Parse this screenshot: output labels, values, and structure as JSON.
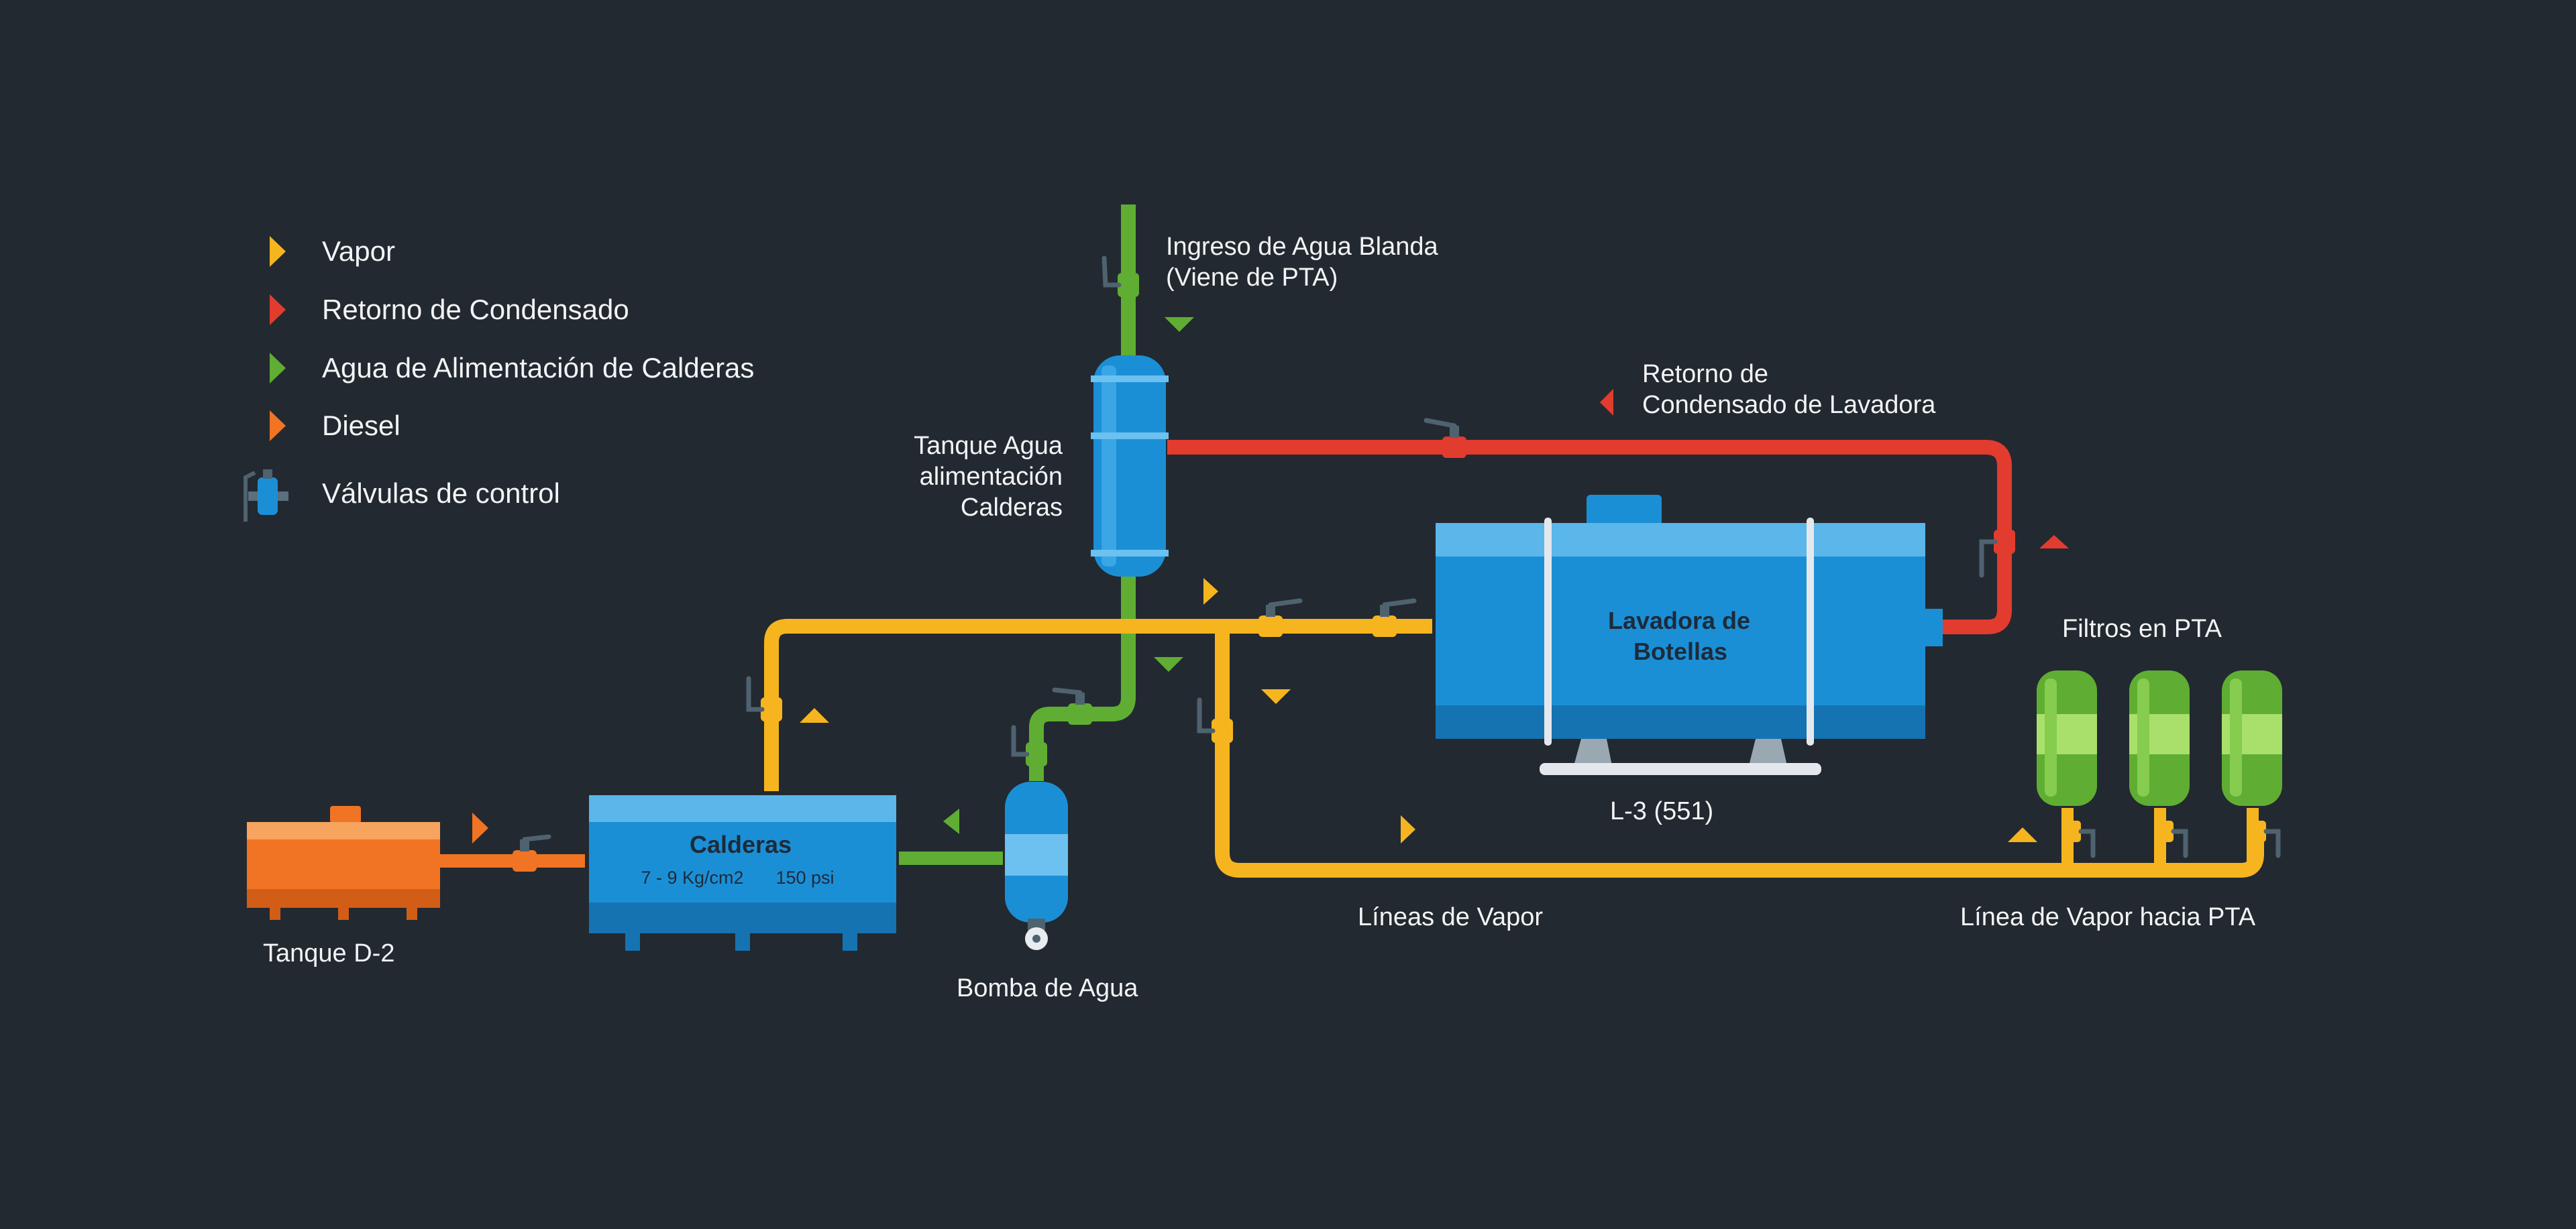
{
  "colors": {
    "background": "#232930",
    "vapor": "#f6b51f",
    "condensado": "#e23c2f",
    "agua_alimentacion": "#5fae33",
    "diesel": "#f07423",
    "equipment_blue": "#1b8fd6",
    "valve": "#4f6270"
  },
  "legend": [
    {
      "label": "Vapor",
      "color": "#f6b51f",
      "icon": "triangle-right-icon"
    },
    {
      "label": "Retorno de Condensado",
      "color": "#e23c2f",
      "icon": "triangle-right-icon"
    },
    {
      "label": "Agua de Alimentación de Calderas",
      "color": "#5fae33",
      "icon": "triangle-right-icon"
    },
    {
      "label": "Diesel",
      "color": "#f07423",
      "icon": "triangle-right-icon"
    },
    {
      "label": "Válvulas de control",
      "color": "#1b8fd6",
      "icon": "valve-icon"
    }
  ],
  "labels": {
    "ingreso_agua_line1": "Ingreso de Agua Blanda",
    "ingreso_agua_line2": "(Viene de PTA)",
    "retorno_line1": "Retorno de",
    "retorno_line2": "Condensado de Lavadora",
    "tanque_agua_line1": "Tanque Agua",
    "tanque_agua_line2": "alimentación",
    "tanque_agua_line3": "Calderas",
    "filtros": "Filtros en PTA",
    "lavadora_line1": "Lavadora de",
    "lavadora_line2": "Botellas",
    "lavadora_code": "L-3 (551)",
    "calderas_title": "Calderas",
    "calderas_pressure_1": "7 - 9 Kg/cm2",
    "calderas_pressure_2": "150 psi",
    "tanque_d2": "Tanque D-2",
    "bomba": "Bomba de Agua",
    "lineas_vapor": "Líneas de Vapor",
    "linea_vapor_pta": "Línea de Vapor hacia PTA"
  }
}
